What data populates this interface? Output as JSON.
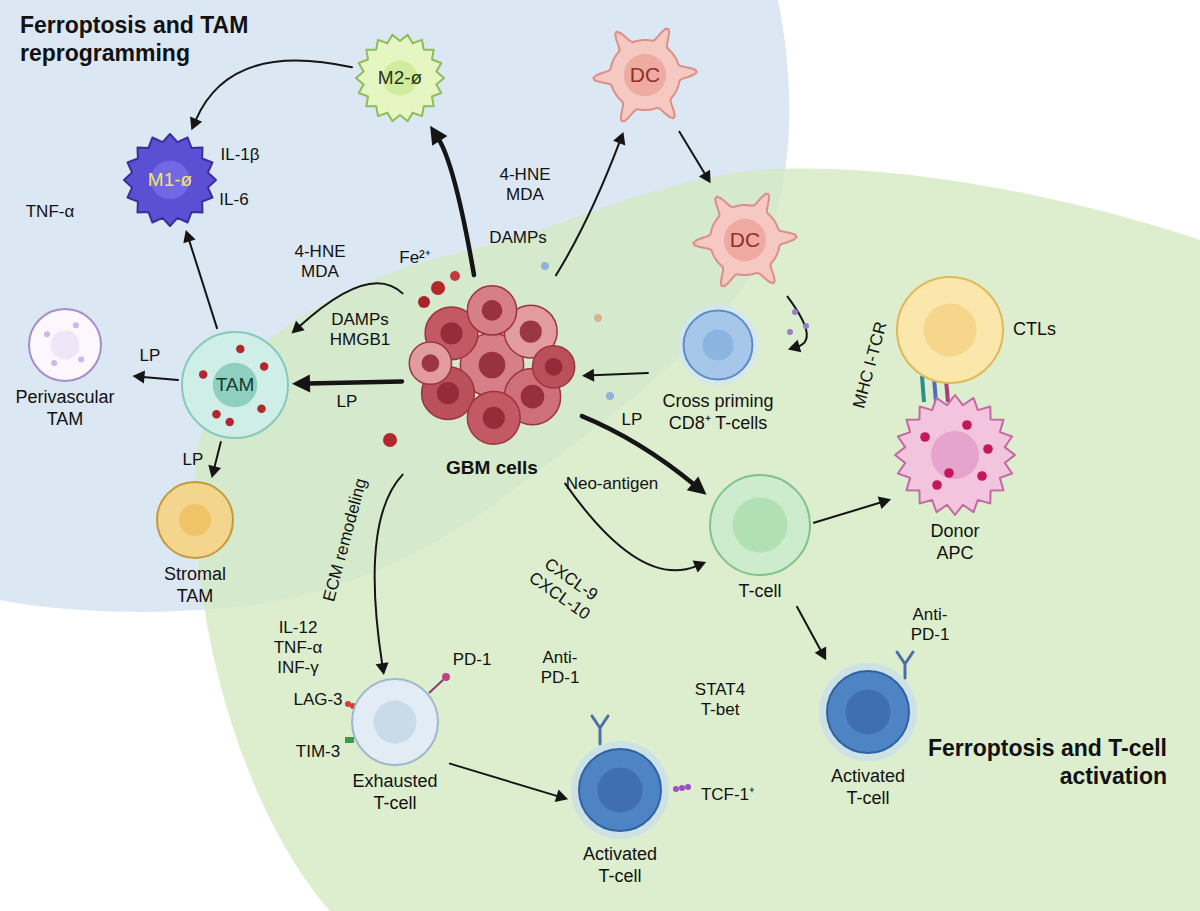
{
  "diagram": {
    "nodes": [
      {
        "text": [
          "Ferroptosis and TAM reprogramming"
        ]
      },
      {
        "text": [
          "M1-ø"
        ],
        "in": 0
      },
      {
        "text": [
          "M2-ø"
        ],
        "in": 0
      },
      {
        "text": [
          "DC"
        ],
        "in": 0
      },
      {
        "text": [
          "TAM"
        ],
        "in": 0
      },
      {
        "text": [
          "Perivascular TAM"
        ],
        "in": 0
      },
      {
        "text": [
          "Stromal TAM"
        ],
        "in": 0
      },
      {
        "text": [
          "Ferroptosis and T-cell activation"
        ]
      },
      {
        "text": [
          "DC"
        ]
      },
      {
        "text": [
          "Cross priming CD8⁺ T-cells"
        ],
        "in": 7
      },
      {
        "text": [
          "GBM cells"
        ]
      },
      {
        "text": [
          "CTLs"
        ],
        "in": 7
      },
      {
        "text": [
          "T-cell"
        ],
        "in": 7
      },
      {
        "text": [
          "Donor APC"
        ],
        "in": 7
      },
      {
        "text": [
          "Exhausted T-cell"
        ],
        "in": 7
      },
      {
        "text": [
          "Activated T-cell"
        ],
        "in": 7
      },
      {
        "text": [
          "Activated T-cell"
        ],
        "in": 7
      }
    ],
    "edges": [
      {
        "from": 10,
        "to": 4,
        "label": "LP",
        "arrow": "to"
      },
      {
        "from": 10,
        "to": 4,
        "label": "DAMPs HMGB1",
        "arrow": "to"
      },
      {
        "from": 10,
        "to": 2,
        "arrow": "to"
      },
      {
        "from": 10,
        "to": 3,
        "label": "4-HNE MDA",
        "arrow": "to"
      },
      {
        "from": 4,
        "to": 5,
        "label": "LP",
        "arrow": "to"
      },
      {
        "from": 4,
        "to": 6,
        "label": "LP",
        "arrow": "to"
      },
      {
        "from": 4,
        "to": 1,
        "arrow": "to"
      },
      {
        "from": 2,
        "to": 1,
        "arrow": "to"
      },
      {
        "from": 3,
        "to": 8,
        "arrow": "to"
      },
      {
        "from": 8,
        "to": 9,
        "arrow": "to"
      },
      {
        "from": 9,
        "to": 10,
        "arrow": "to"
      },
      {
        "from": 10,
        "to": 12,
        "label": "LP",
        "arrow": "to"
      },
      {
        "from": 10,
        "to": 12,
        "label": "CXCL-9 CXCL-10",
        "arrow": "to"
      },
      {
        "from": 10,
        "to": 14,
        "label": "ECM remodeling",
        "arrow": "to"
      },
      {
        "from": 12,
        "to": 13,
        "arrow": "to"
      },
      {
        "from": 12,
        "to": 16,
        "arrow": "to"
      },
      {
        "from": 14,
        "to": 15,
        "arrow": "to"
      }
    ],
    "labels": [
      "IL-1β",
      "IL-6",
      "TNF-α",
      "4-HNE MDA",
      "Fe²⁺",
      "DAMPs",
      "Neo-antigen",
      "IL-12 TNF-α INF-γ",
      "PD-1",
      "LAG-3",
      "TIM-3",
      "Anti-PD-1",
      "STAT4 T-bet",
      "TCF-1⁺",
      "Anti-PD-1",
      "MHC I-TCR"
    ]
  }
}
